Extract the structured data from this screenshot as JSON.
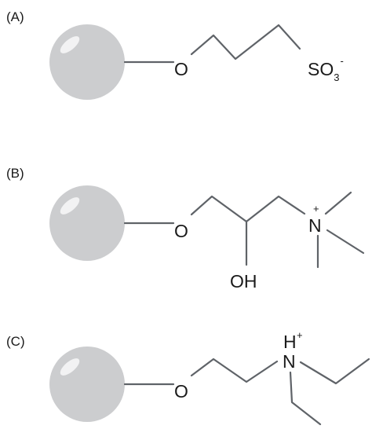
{
  "panels": [
    {
      "label": "(A)",
      "atoms": {
        "o": "O",
        "so3": "SO",
        "so3_sub": "3",
        "so3_charge": "-"
      }
    },
    {
      "label": "(B)",
      "atoms": {
        "o": "O",
        "n": "N",
        "n_charge": "+",
        "oh": "OH"
      }
    },
    {
      "label": "(C)",
      "atoms": {
        "o": "O",
        "h": "H",
        "h_charge": "+",
        "n": "N"
      }
    }
  ],
  "colors": {
    "bead_fill": "#cccdcf",
    "bead_highlight": "#f2f2f3",
    "bond": "#5f6368",
    "text": "#1a1a1a"
  }
}
